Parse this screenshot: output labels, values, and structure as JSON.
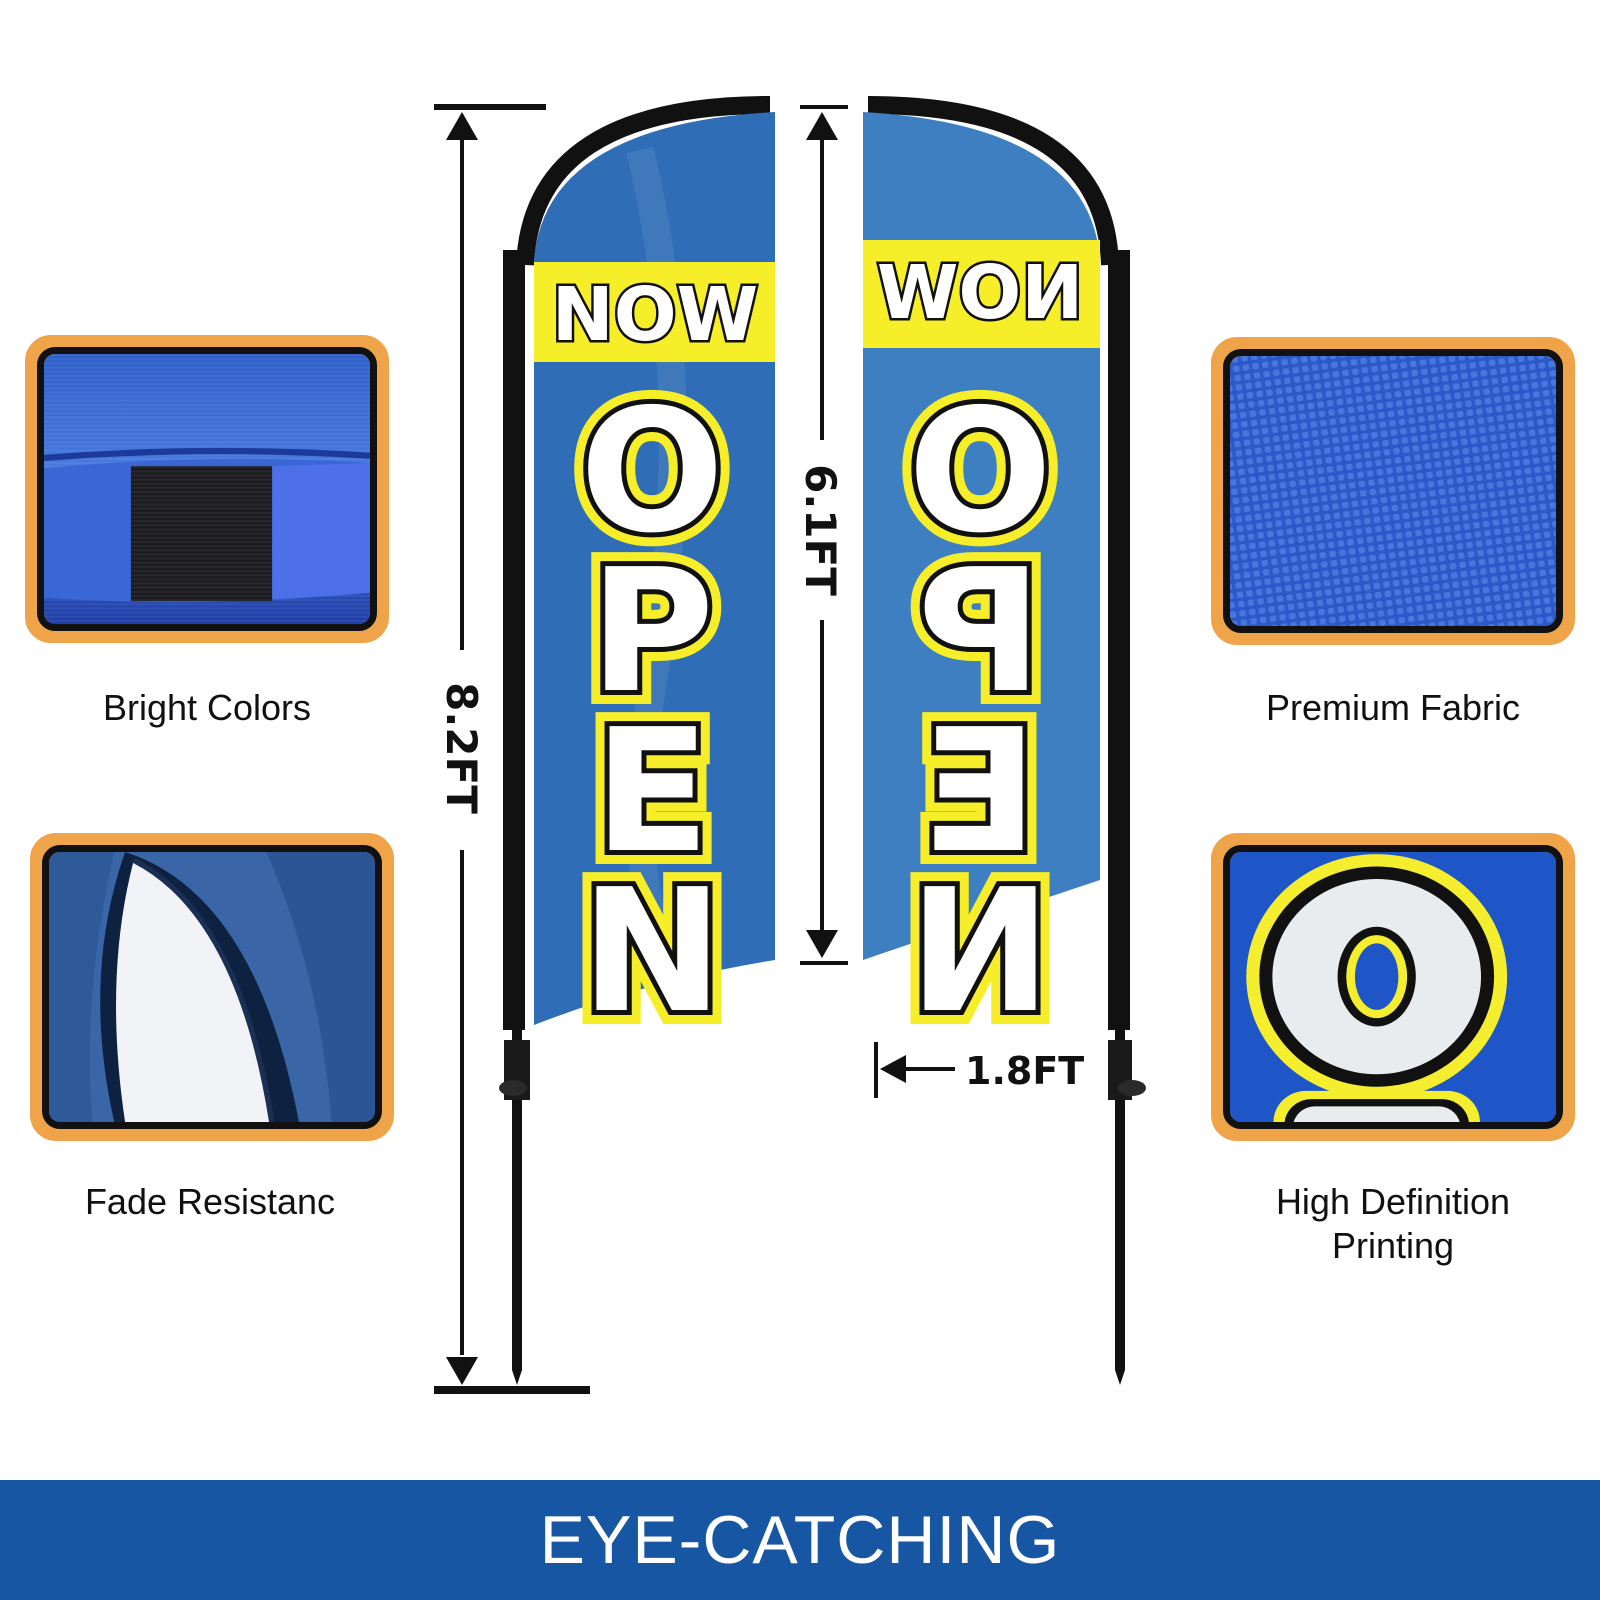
{
  "features": [
    {
      "id": "bright-colors",
      "caption": "Bright Colors"
    },
    {
      "id": "premium-fabric",
      "caption": "Premium Fabric"
    },
    {
      "id": "fade-resistance",
      "caption": "Fade Resistanc"
    },
    {
      "id": "hd-printing",
      "caption": "High Definition Printing",
      "caption_line1": "High Definition",
      "caption_line2": "Printing"
    }
  ],
  "flag_front": {
    "top_word": "NOW",
    "main_word": "OPEN"
  },
  "flag_back": {
    "top_word": "NOW",
    "main_word": "OPEN",
    "mirrored": true
  },
  "dimensions": {
    "total_height": "8.2FT",
    "banner_height": "6.1FT",
    "width": "1.8FT"
  },
  "banner": {
    "text": "EYE-CATCHING"
  },
  "colors": {
    "flag_blue": "#2f6db6",
    "flag_back_blue": "#3d7fc1",
    "yellow": "#f7ee2a",
    "card_border": "#f0a44a",
    "banner_blue": "#1656a3"
  }
}
